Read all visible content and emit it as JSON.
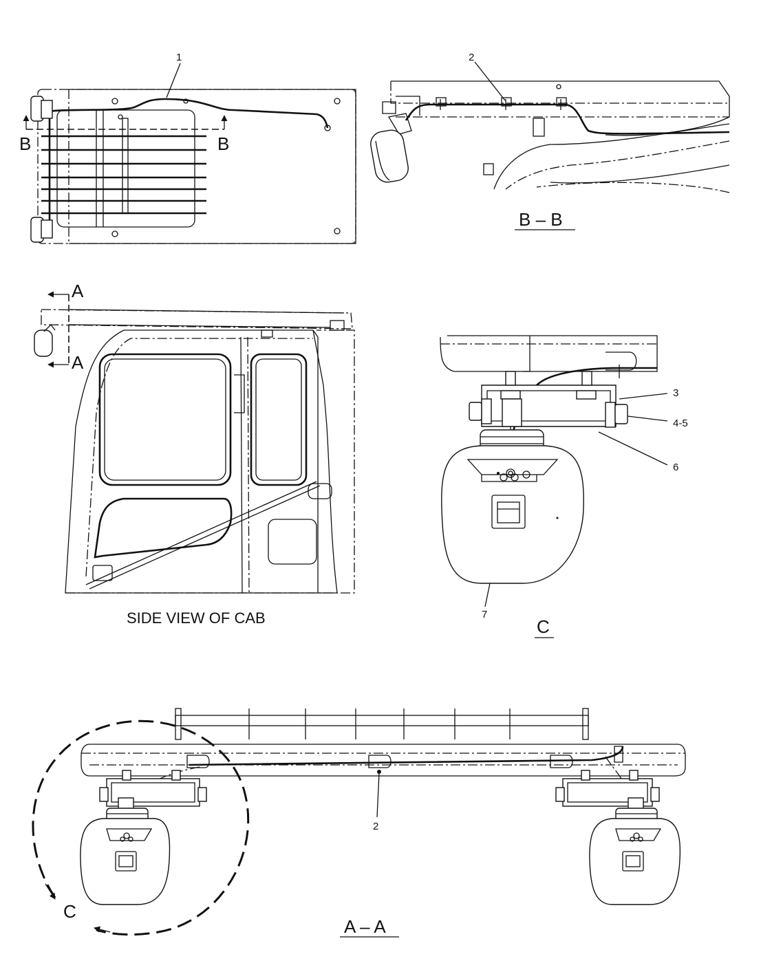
{
  "callouts": {
    "c1": "1",
    "c2_top": "2",
    "c2_bottom": "2",
    "c3": "3",
    "c45": "4-5",
    "c6": "6",
    "c7": "7"
  },
  "sections": {
    "b_left": "B",
    "b_right": "B",
    "a_top": "A",
    "a_bottom": "A",
    "bb_title": "B – B",
    "c_title": "C",
    "c_marker": "C",
    "aa_title": "A – A"
  },
  "captions": {
    "side_view": "SIDE VIEW OF CAB"
  }
}
